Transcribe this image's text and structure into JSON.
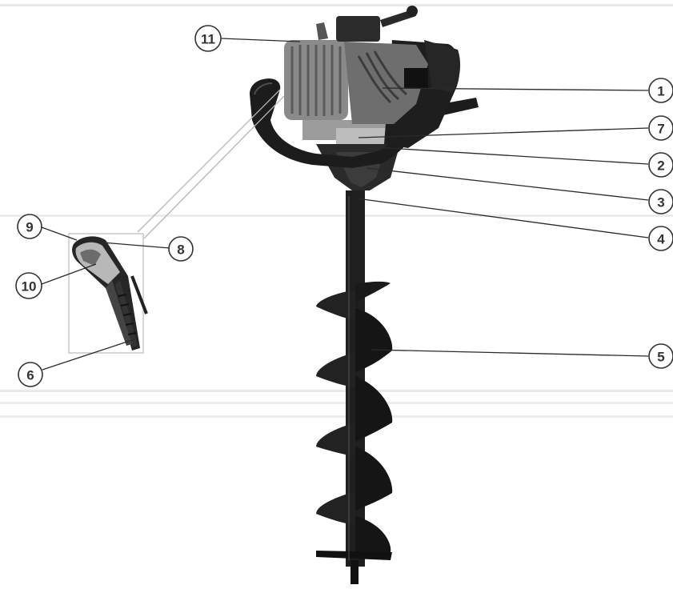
{
  "figure": {
    "subject": "earth auger",
    "colors": {
      "background": "#ffffff",
      "rule": "#e6e6e6",
      "body_dark": "#1e1e1e",
      "body_mid": "#3a3a3a",
      "engine_gray": "#8c8c8c",
      "callout_stroke": "#333333"
    }
  },
  "callouts": [
    {
      "id": "c1",
      "label": "1"
    },
    {
      "id": "c2",
      "label": "2"
    },
    {
      "id": "c3",
      "label": "3"
    },
    {
      "id": "c4",
      "label": "4"
    },
    {
      "id": "c5",
      "label": "5"
    },
    {
      "id": "c6",
      "label": "6"
    },
    {
      "id": "c7",
      "label": "7"
    },
    {
      "id": "c8",
      "label": "8"
    },
    {
      "id": "c9",
      "label": "9"
    },
    {
      "id": "c10",
      "label": "10"
    },
    {
      "id": "c11",
      "label": "11"
    }
  ]
}
